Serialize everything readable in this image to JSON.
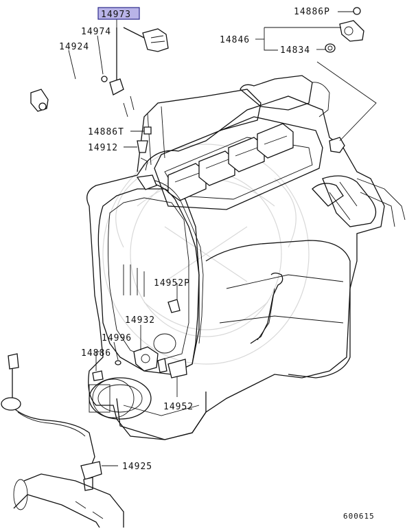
{
  "diagram": {
    "highlight_color": "#b9b4e8",
    "reference_code": "600615",
    "callouts": [
      {
        "id": "c-14973",
        "text": "14973",
        "highlighted": true
      },
      {
        "id": "c-14974",
        "text": "14974"
      },
      {
        "id": "c-14924",
        "text": "14924"
      },
      {
        "id": "c-14886p",
        "text": "14886P"
      },
      {
        "id": "c-14846",
        "text": "14846"
      },
      {
        "id": "c-14834",
        "text": "14834"
      },
      {
        "id": "c-14886t",
        "text": "14886T"
      },
      {
        "id": "c-14912",
        "text": "14912"
      },
      {
        "id": "c-14952p",
        "text": "14952P"
      },
      {
        "id": "c-14932",
        "text": "14932"
      },
      {
        "id": "c-14996",
        "text": "14996"
      },
      {
        "id": "c-14886",
        "text": "14886"
      },
      {
        "id": "c-14952",
        "text": "14952"
      },
      {
        "id": "c-14925",
        "text": "14925"
      }
    ]
  }
}
